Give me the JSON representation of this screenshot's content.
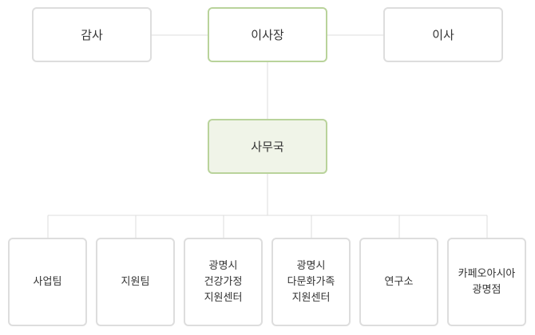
{
  "chart": {
    "top_row": {
      "auditor": "감사",
      "chairman": "이사장",
      "director": "이사"
    },
    "office": "사무국",
    "units": [
      {
        "label": "사업팀"
      },
      {
        "label": "지원팀"
      },
      {
        "label": "광명시\n건강가정\n지원센터"
      },
      {
        "label": "광명시\n다문화가족\n지원센터"
      },
      {
        "label": "연구소"
      },
      {
        "label": "카페오아시아\n광명점"
      }
    ]
  },
  "colors": {
    "box_border": "#dddddd",
    "highlight_border": "#b9d39b",
    "office_fill": "#f0f4e8",
    "line": "#dcdcdc"
  }
}
